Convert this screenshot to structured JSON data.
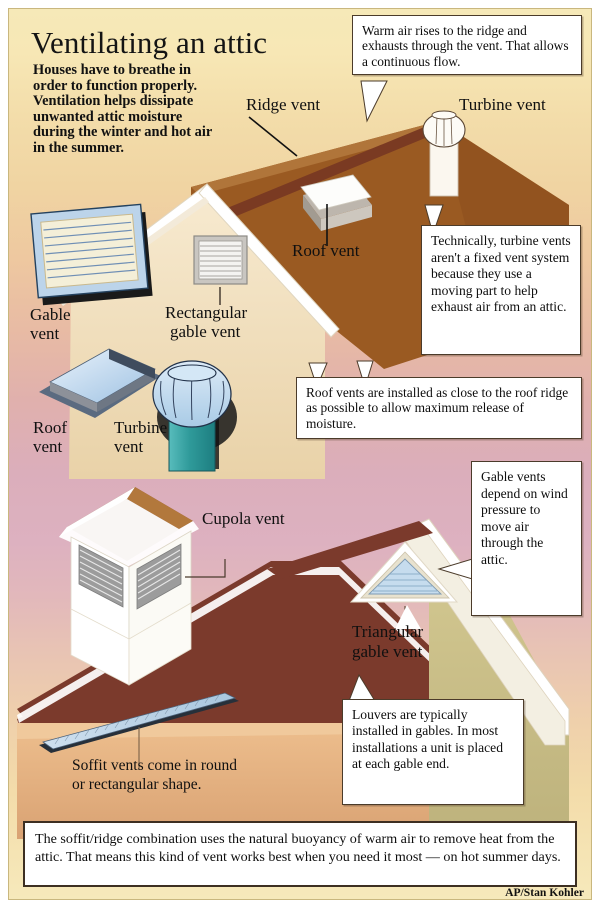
{
  "graphic": {
    "title": "Ventilating an attic",
    "intro": "Houses have to breathe in order to function properly. Ventilation helps dissipate unwanted attic moisture during the winter and hot air in the summer.",
    "credit": "AP/Stan Kohler"
  },
  "labels": {
    "ridge_vent": "Ridge vent",
    "turbine_vent_top": "Turbine vent",
    "roof_vent_top": "Roof vent",
    "gable_vent": "Gable\nvent",
    "gable_vent_l1": "Gable",
    "gable_vent_l2": "vent",
    "rect_gable_vent_l1": "Rectangular",
    "rect_gable_vent_l2": "gable vent",
    "roof_vent_left_l1": "Roof",
    "roof_vent_left_l2": "vent",
    "turbine_vent_left_l1": "Turbine",
    "turbine_vent_left_l2": "vent",
    "cupola_vent": "Cupola vent",
    "triangular_gable_vent_l1": "Triangular",
    "triangular_gable_vent_l2": "gable vent",
    "soffit_note_l1": "Soffit vents come in round",
    "soffit_note_l2": "or rectangular shape."
  },
  "callouts": {
    "ridge": "Warm air rises to the ridge and exhausts through the vent. That allows a continuous flow.",
    "turbine": "Technically, turbine vents aren't a fixed vent system because they use a moving part to help exhaust air from an attic.",
    "roof_vent": "Roof vents are installed as close to the roof ridge as possible to allow maximum release of moisture.",
    "gable": "Gable vents depend on wind pressure to move air through the attic.",
    "louvers": "  Louvers are typically installed in gables. In most installations a unit is placed at each gable end.",
    "summary": "The soffit/ridge combination uses the natural buoyancy of warm air to remove heat from the attic. That means this kind of vent works best when you need it most  — on hot summer days."
  },
  "colors": {
    "frame_border": "#c9b77e",
    "bg_top": "#f6e9b8",
    "bg_mid": "#dbaebb",
    "bg_bottom": "#f6e9bb",
    "roof_main": "#9a5a22",
    "roof_ridge_dark": "#7a3a22",
    "roof_lower": "#7b3a2c",
    "wall_cream": "#f3e3c2",
    "wall_tan": "#e8bb88",
    "wall_olive": "#cbc089",
    "vent_blue": "#b9d6ef",
    "turbine_teal": "#39a5a2",
    "louver_gray": "#b9b9b9",
    "text": "#101010",
    "callout_border": "#4b3b2a"
  }
}
